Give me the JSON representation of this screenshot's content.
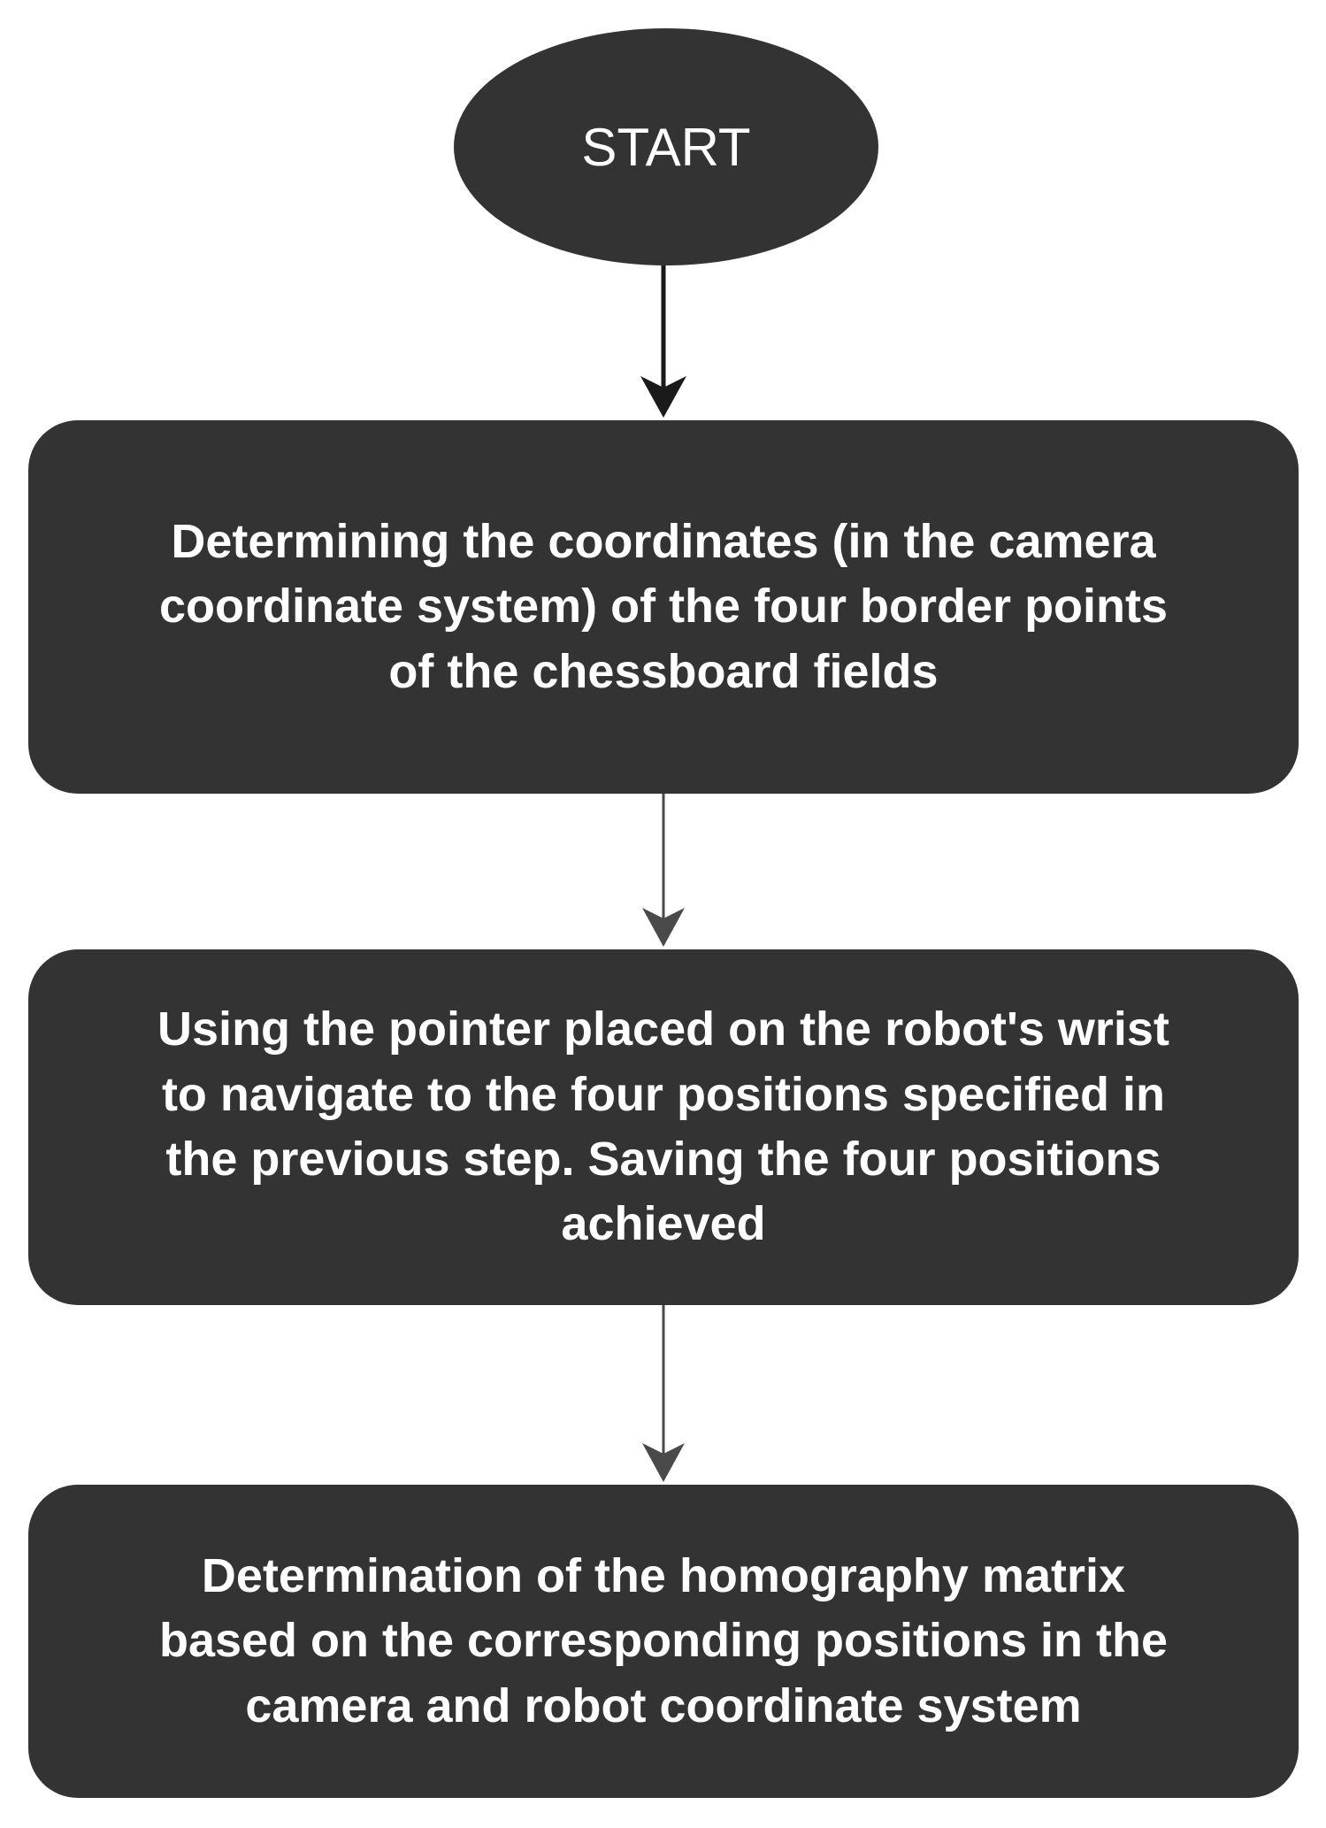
{
  "flowchart": {
    "start_label": "START",
    "steps": [
      {
        "lines": [
          "Determining the coordinates (in the camera",
          "coordinate system) of the four border points",
          "of the chessboard fields"
        ]
      },
      {
        "lines": [
          "Using the pointer placed on the robot's wrist",
          "to navigate to the four positions specified in",
          "the previous step. Saving the four positions",
          "achieved"
        ]
      },
      {
        "lines": [
          "Determination of the homography matrix",
          "based on the corresponding positions in the",
          "camera and robot coordinate system"
        ]
      }
    ]
  },
  "colors": {
    "node_fill": "#333333",
    "node_text": "#ffffff",
    "connector": "#1a1a1a",
    "background": "#ffffff"
  }
}
